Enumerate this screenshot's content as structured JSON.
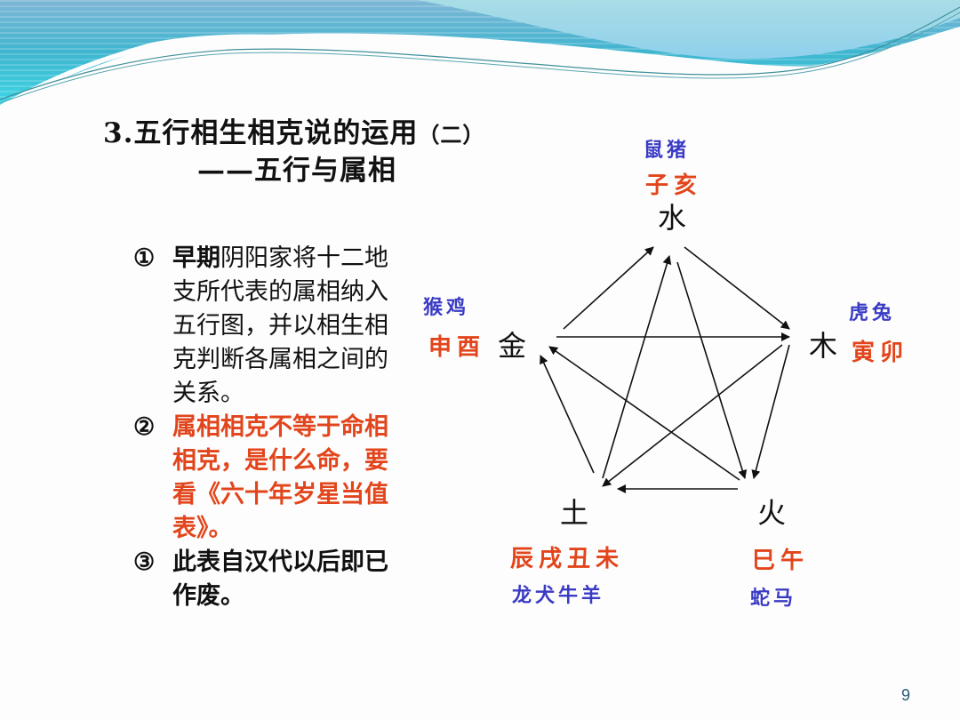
{
  "slide": {
    "title": {
      "line1_main": "3.五行相生相克说的运用",
      "line1_paren": "（二）",
      "line2": "——五行与属相"
    },
    "points": [
      {
        "marker": "①",
        "bold_prefix": "早期",
        "text": "阴阳家将十二地支所代表的属相纳入五行图，并以相生相克判断各属相之间的关系。"
      },
      {
        "marker": "②",
        "text": "属相相克不等于命相相克，是什么命，要看《六十年岁星当值表》。",
        "color": "#e2451b"
      },
      {
        "marker": "③",
        "text": "此表自汉代以后即已作废。"
      }
    ],
    "page_number": "9"
  },
  "diagram": {
    "elements": {
      "water": {
        "label": "水",
        "branches": "子亥",
        "animals": "鼠猪"
      },
      "wood": {
        "label": "木",
        "branches": "寅卯",
        "animals": "虎兔"
      },
      "fire": {
        "label": "火",
        "branches": "巳午",
        "animals": "蛇马"
      },
      "earth": {
        "label": "土",
        "branches": "辰戌丑未",
        "animals": "龙犬牛羊"
      },
      "metal": {
        "label": "金",
        "branches": "申酉",
        "animals": "猴鸡"
      }
    },
    "generating_cycle": [
      {
        "from": "金",
        "to": "水"
      },
      {
        "from": "水",
        "to": "木"
      },
      {
        "from": "木",
        "to": "火"
      },
      {
        "from": "火",
        "to": "土"
      },
      {
        "from": "土",
        "to": "金"
      }
    ],
    "overcoming_cycle": [
      {
        "from": "金",
        "to": "木"
      },
      {
        "from": "木",
        "to": "土"
      },
      {
        "from": "土",
        "to": "水"
      },
      {
        "from": "水",
        "to": "火"
      },
      {
        "from": "火",
        "to": "金"
      }
    ],
    "colors": {
      "branch": "#e2451b",
      "animal": "#3a3bc4",
      "element": "#111111",
      "arrow": "#111111"
    }
  }
}
